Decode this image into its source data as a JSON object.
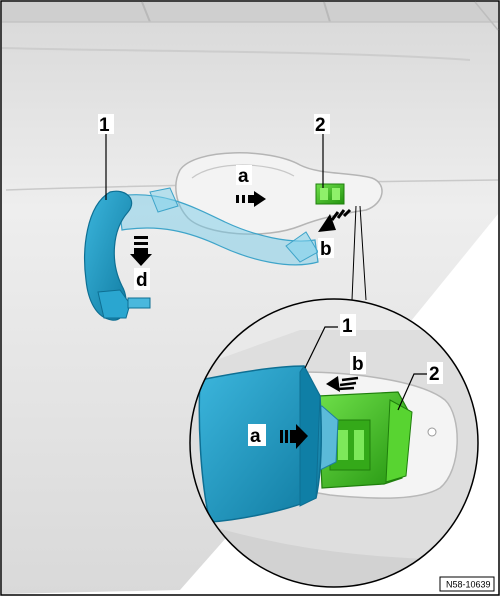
{
  "figure": {
    "reference": "N58-10639",
    "callouts": {
      "handle": "1",
      "trim": "2",
      "zoom_handle": "1",
      "zoom_trim": "2"
    },
    "steps": {
      "a": "a",
      "b": "b",
      "d": "d",
      "zoom_a": "a",
      "zoom_b": "b"
    },
    "colors": {
      "handle": "#1f9cc4",
      "handle_dark": "#0e6f93",
      "trim": "#3fc21c",
      "trim_dark": "#1f7f0c",
      "panel": "#e6e6e6",
      "outline": "#000000"
    }
  }
}
